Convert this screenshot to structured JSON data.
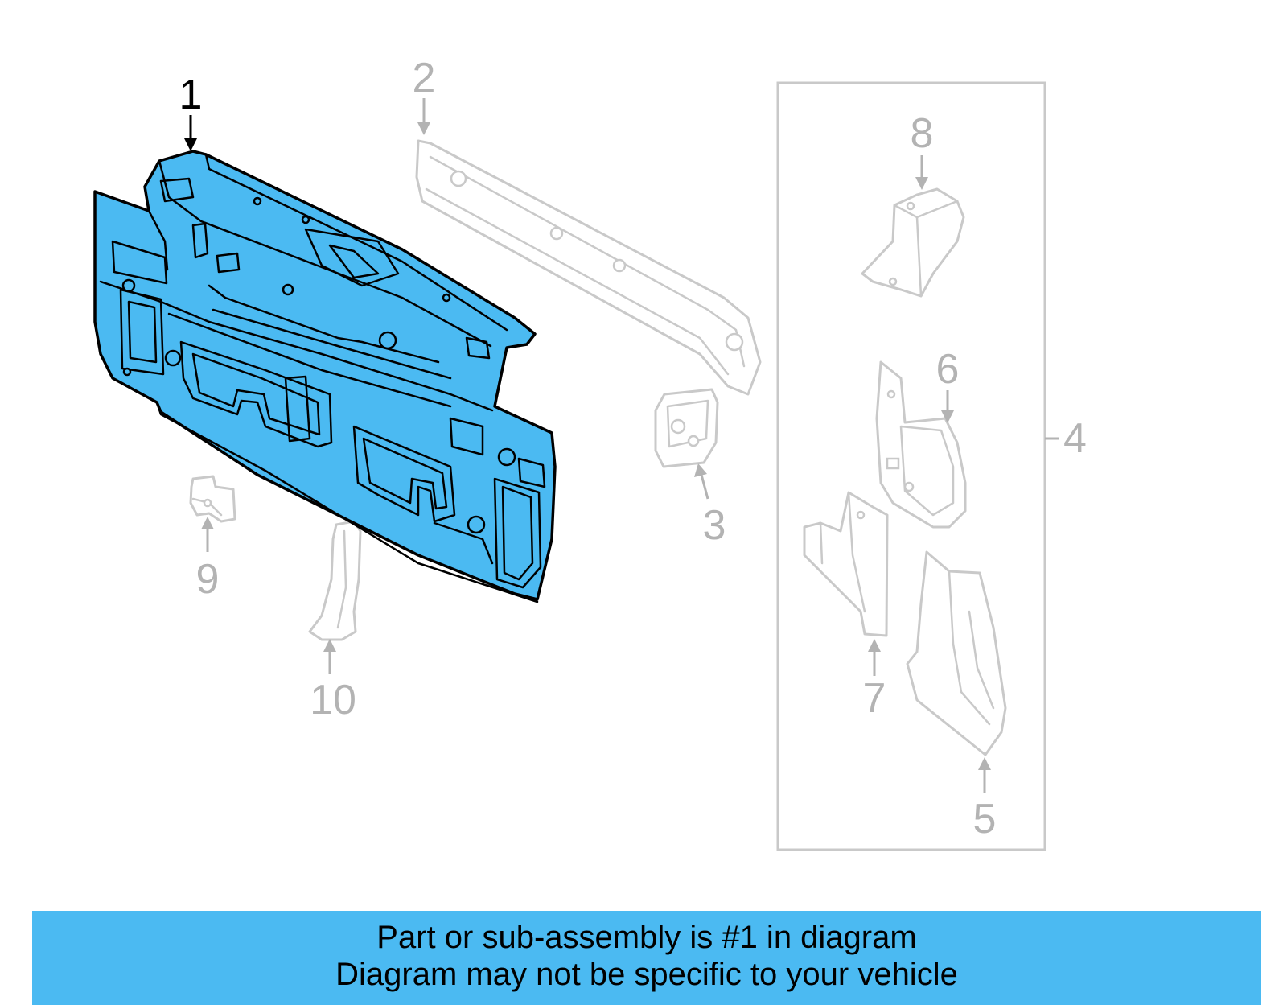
{
  "callouts": {
    "c1": "1",
    "c2": "2",
    "c3": "3",
    "c4": "4",
    "c5": "5",
    "c6": "6",
    "c7": "7",
    "c8": "8",
    "c9": "9",
    "c10": "10"
  },
  "highlighted_part": "1",
  "banner": {
    "line1": "Part or sub-assembly is #1 in diagram",
    "line2": "Diagram may not be specific to your vehicle"
  },
  "colors": {
    "highlight": "#4bbaf2",
    "ghost_parts": "#c9c9c9",
    "callout_grey": "#b3b3b3",
    "banner_background": "#4bbaf2"
  }
}
